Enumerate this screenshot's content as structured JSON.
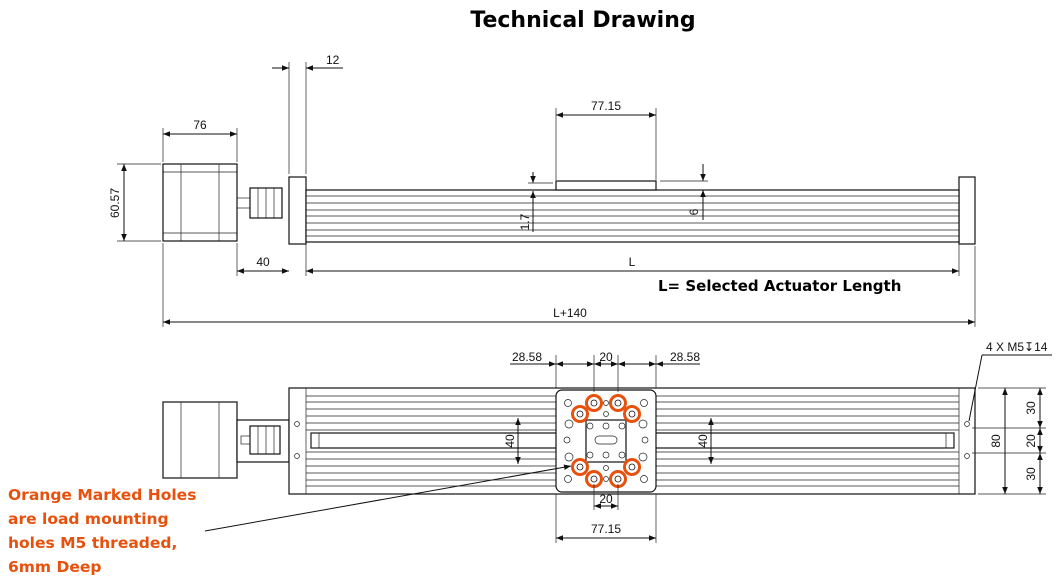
{
  "title": "Technical Drawing",
  "accent_color": "#e8510d",
  "side_view": {
    "dim_plate_gap": "12",
    "dim_plate_width": "77.15",
    "dim_motor_length": "76",
    "dim_motor_height": "60.57",
    "dim_carriage_height": "1.7",
    "dim_plate_thickness": "6",
    "dim_coupler_length": "40",
    "dim_stroke": "L",
    "stroke_note": "L= Selected Actuator Length",
    "dim_total_length": "L+140"
  },
  "top_view": {
    "dim_left_offset": "28.58",
    "dim_hole_spacing_top": "20",
    "dim_right_offset": "28.58",
    "dim_end_holes": "4 X M5↧14",
    "dim_rail_left": "40",
    "dim_rail_right": "40",
    "dim_right_30_top": "30",
    "dim_right_80": "80",
    "dim_right_20": "20",
    "dim_right_30_bottom": "30",
    "dim_hole_spacing_bottom": "20",
    "dim_plate_width_bottom": "77.15"
  },
  "annotation": "Orange Marked Holes\nare load mounting\nholes M5 threaded,\n6mm Deep"
}
